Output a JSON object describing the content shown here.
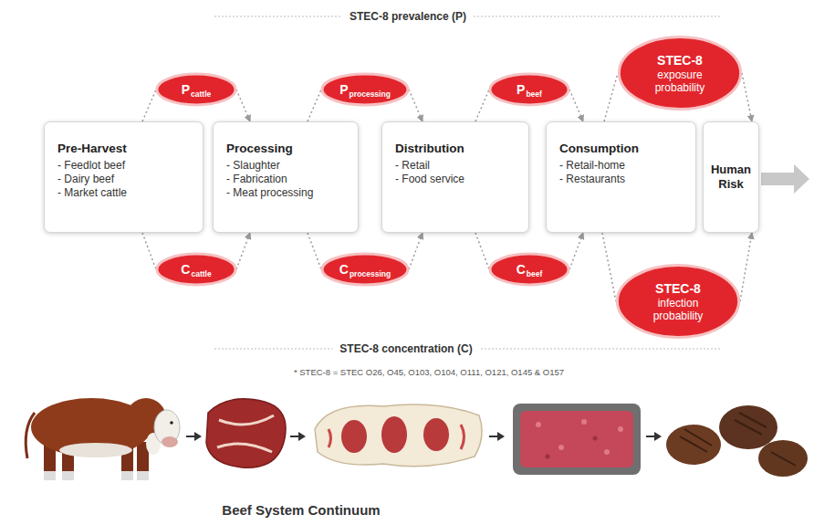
{
  "diagram": {
    "caption": "Beef System Continuum",
    "nodes": [
      {
        "text": [
          "P",
          "cattle"
        ]
      },
      {
        "text": [
          "P",
          "processing"
        ]
      },
      {
        "text": [
          "P",
          "beef"
        ]
      },
      {
        "text": [
          "STEC-8",
          "exposure probability"
        ]
      },
      {
        "text": [
          "Pre-Harvest",
          "- Feedlot beef",
          "- Dairy beef",
          "- Market cattle"
        ]
      },
      {
        "text": [
          "Processing",
          "- Slaughter",
          "- Fabrication",
          "- Meat processing"
        ]
      },
      {
        "text": [
          "Distribution",
          "- Retail",
          "- Food service"
        ]
      },
      {
        "text": [
          "Consumption",
          "- Retail-home",
          "- Restaurants"
        ]
      },
      {
        "text": [
          "Human Risk"
        ]
      },
      {
        "text": [
          "C",
          "cattle"
        ]
      },
      {
        "text": [
          "C",
          "processing"
        ]
      },
      {
        "text": [
          "C",
          "beef"
        ]
      },
      {
        "text": [
          "STEC-8",
          "infection probability"
        ]
      }
    ],
    "edges": [
      {
        "from": 4,
        "to": 0,
        "arrow": "none"
      },
      {
        "from": 0,
        "to": 5,
        "arrow": "to"
      },
      {
        "from": 5,
        "to": 1,
        "arrow": "none"
      },
      {
        "from": 1,
        "to": 6,
        "arrow": "to"
      },
      {
        "from": 6,
        "to": 2,
        "arrow": "none"
      },
      {
        "from": 2,
        "to": 7,
        "arrow": "to"
      },
      {
        "from": 7,
        "to": 3,
        "arrow": "none"
      },
      {
        "from": 3,
        "to": 8,
        "arrow": "to"
      },
      {
        "from": 4,
        "to": 9,
        "arrow": "none"
      },
      {
        "from": 9,
        "to": 5,
        "arrow": "to"
      },
      {
        "from": 5,
        "to": 10,
        "arrow": "none"
      },
      {
        "from": 10,
        "to": 6,
        "arrow": "to"
      },
      {
        "from": 6,
        "to": 11,
        "arrow": "none"
      },
      {
        "from": 11,
        "to": 7,
        "arrow": "to"
      },
      {
        "from": 7,
        "to": 12,
        "arrow": "none"
      },
      {
        "from": 12,
        "to": 8,
        "arrow": "to"
      }
    ],
    "labels": [
      "STEC-8 prevalence (P)",
      "STEC-8 concentration (C)",
      "* STEC-8 = STEC O26, O45, O103, O104, O111, O121, O145 & O157"
    ]
  }
}
